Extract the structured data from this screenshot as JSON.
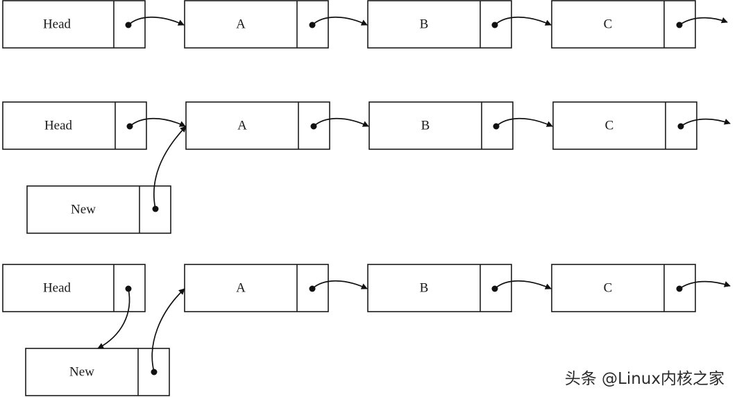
{
  "rows": [
    {
      "nodes": [
        {
          "label": "Head"
        },
        {
          "label": "A"
        },
        {
          "label": "B"
        },
        {
          "label": "C"
        }
      ]
    },
    {
      "nodes": [
        {
          "label": "Head"
        },
        {
          "label": "A"
        },
        {
          "label": "B"
        },
        {
          "label": "C"
        }
      ],
      "new_node": {
        "label": "New"
      }
    },
    {
      "nodes": [
        {
          "label": "Head"
        },
        {
          "label": "A"
        },
        {
          "label": "B"
        },
        {
          "label": "C"
        }
      ],
      "new_node": {
        "label": "New"
      }
    }
  ],
  "watermark": "头条 @Linux内核之家",
  "colors": {
    "stroke": "#1a1a1a",
    "background": "#ffffff"
  }
}
